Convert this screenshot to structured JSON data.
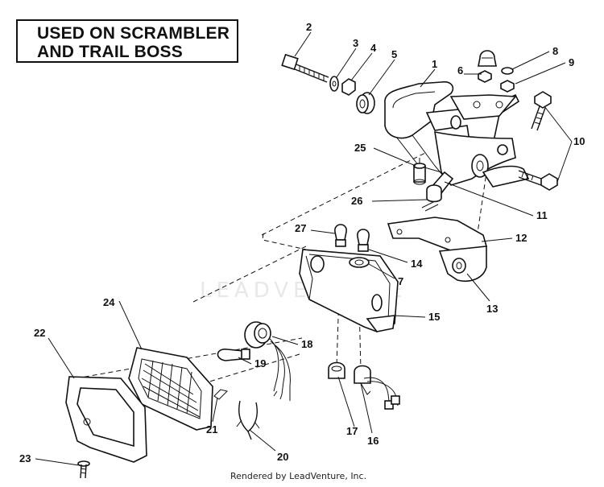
{
  "title": {
    "line1": "USED ON SCRAMBLER",
    "line2": "AND TRAIL BOSS"
  },
  "watermark": "LEADVENTURE",
  "footer": "Rendered by LeadVenture, Inc.",
  "callouts": {
    "c1": "1",
    "c2": "2",
    "c3": "3",
    "c4": "4",
    "c5": "5",
    "c6": "6",
    "c7": "7",
    "c8": "8",
    "c9": "9",
    "c10": "10",
    "c11": "11",
    "c12": "12",
    "c13": "13",
    "c14": "14",
    "c15": "15",
    "c16": "16",
    "c17": "17",
    "c18": "18",
    "c19": "19",
    "c20": "20",
    "c21": "21",
    "c22": "22",
    "c23": "23",
    "c24": "24",
    "c25": "25",
    "c26": "26",
    "c27": "27"
  }
}
